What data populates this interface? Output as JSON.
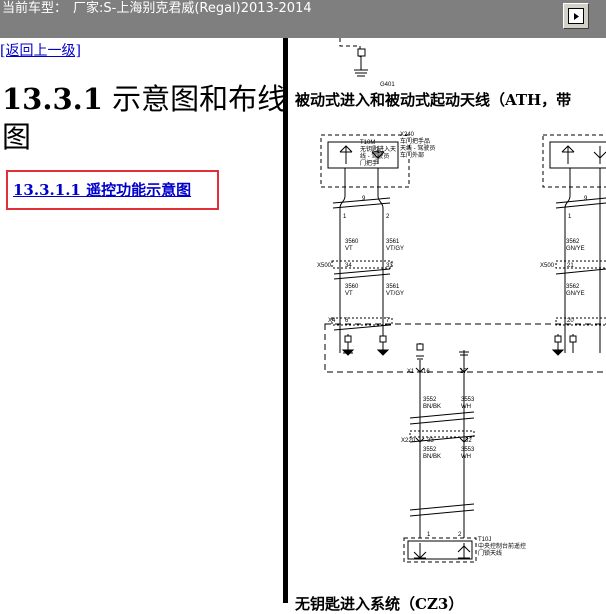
{
  "topbar": {
    "prefix": "当前车型：",
    "vehicle": "厂家:S-上海别克君威(Regal)2013-2014"
  },
  "nav": {
    "back_link": "[返回上一级]"
  },
  "section": {
    "number": "13.3.1",
    "title": "示意图和布线图"
  },
  "subsection": {
    "link": "13.3.1.1 遥控功能示意图"
  },
  "diagram": {
    "title": "被动式进入和被动式起动天线（ATH，带",
    "bottom_title": "无钥匙进入系统（CZ3）",
    "ground_label": "G401",
    "module_left": {
      "code": "X240",
      "lines": [
        "车门把手品",
        "天线 - 驾驶员",
        "车门外部"
      ]
    },
    "antenna_left": {
      "code": "T10M",
      "lines": [
        "无钥匙进入天",
        "线 - 驾驶员",
        "门把手"
      ]
    },
    "left_pins": [
      "9",
      "1",
      "2"
    ],
    "left_wires_top": [
      {
        "circuit": "3560",
        "color": "VT"
      },
      {
        "circuit": "3561",
        "color": "VT/GY"
      }
    ],
    "x500": {
      "label": "X500",
      "pins": [
        "34",
        "33"
      ]
    },
    "left_wires_mid": [
      {
        "circuit": "3560",
        "color": "VT"
      },
      {
        "circuit": "3561",
        "color": "VT/GY"
      }
    ],
    "x4": {
      "label": "X4",
      "pins": [
        "6",
        "7"
      ]
    },
    "right_pins": [
      "9",
      "1"
    ],
    "right_wires": [
      {
        "circuit": "3562",
        "color": "GN/YE"
      },
      {
        "circuit": "3562",
        "color": "GN/YE"
      }
    ],
    "right_x500": {
      "label": "X500",
      "pins": [
        "21"
      ]
    },
    "right_x4_pin": "20",
    "x1": {
      "label": "X1",
      "pins": [
        "16",
        "17"
      ]
    },
    "center_wires": [
      {
        "circuit": "3552",
        "color": "BN/BK"
      },
      {
        "circuit": "3553",
        "color": "WH"
      }
    ],
    "x220": {
      "label": "X220",
      "pins": [
        "33",
        "32"
      ]
    },
    "center_wires_low": [
      {
        "circuit": "3552",
        "color": "BN/BK"
      },
      {
        "circuit": "3553",
        "color": "WH"
      }
    ],
    "bottom_pins": [
      "1",
      "2"
    ],
    "bottom_module": {
      "code": "T10J",
      "lines": [
        "中央控制台前遥控",
        "门锁天线"
      ]
    }
  }
}
